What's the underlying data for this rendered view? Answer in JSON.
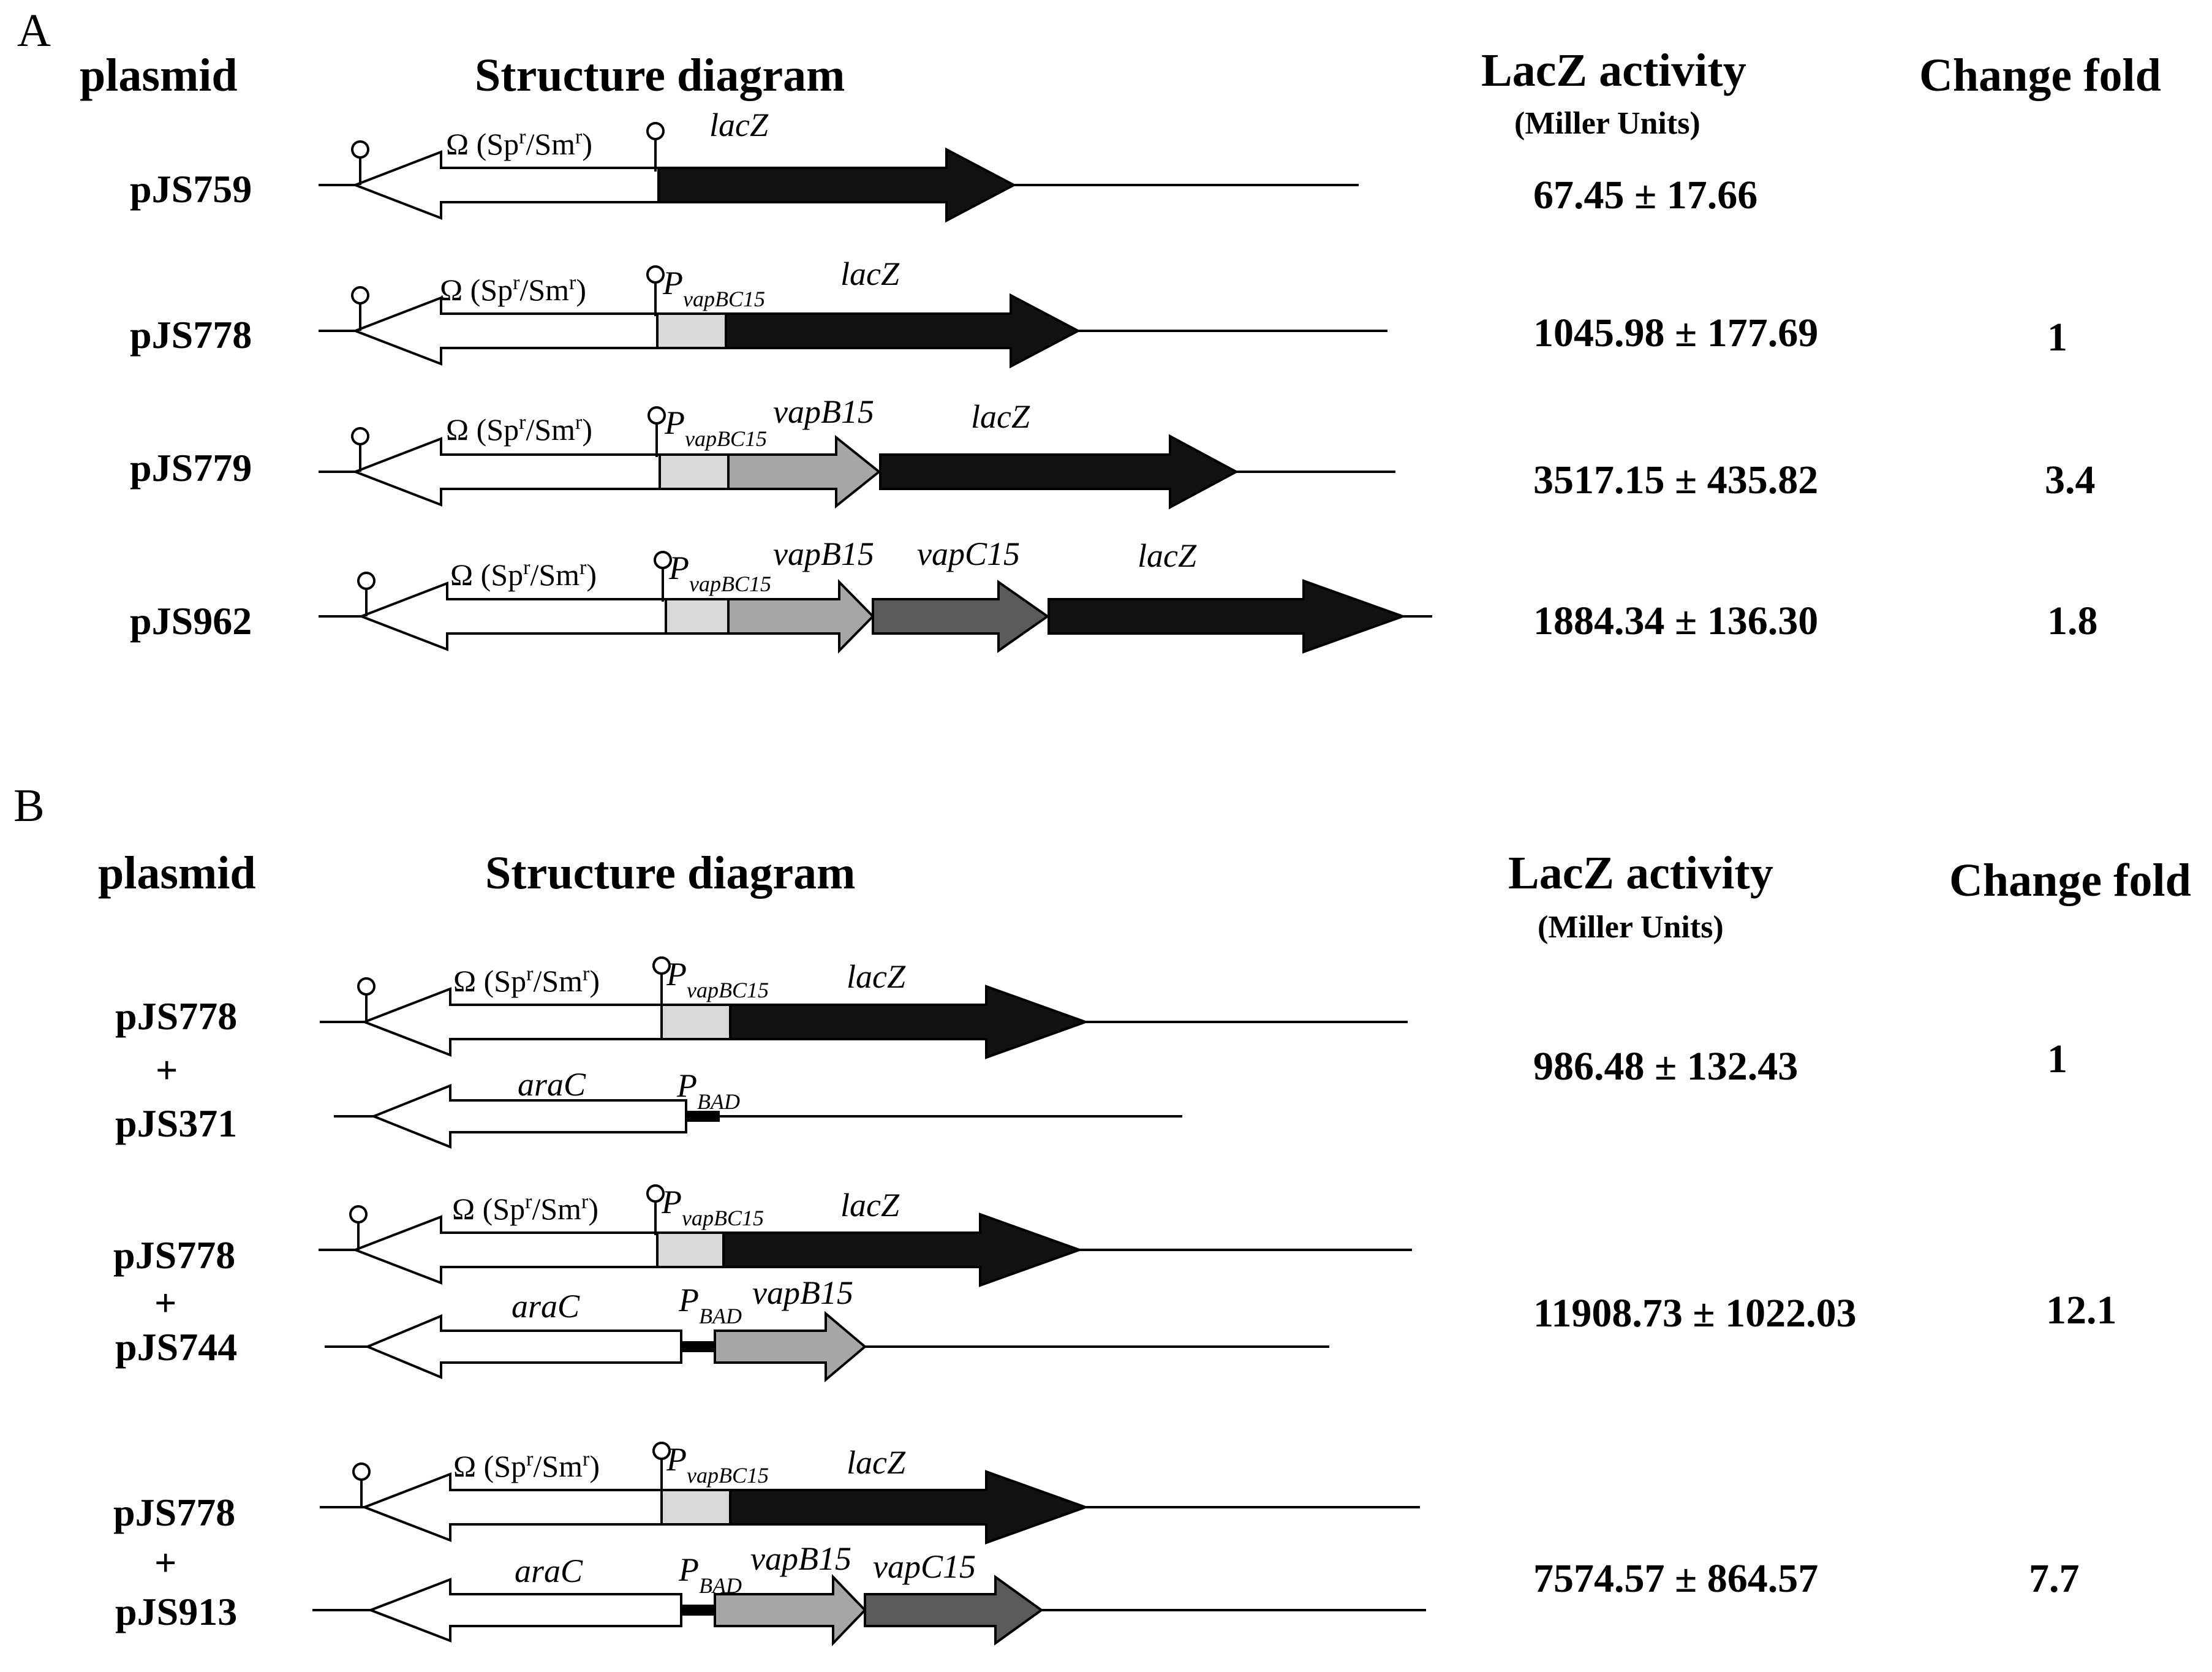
{
  "panel_a": {
    "letter": "A",
    "headers": {
      "plasmid": "plasmid",
      "structure": "Structure diagram",
      "activity": "LacZ activity",
      "activity_unit": "(Miller Units)",
      "fold": "Change fold"
    },
    "rows": [
      {
        "plasmid": "pJS759",
        "activity": "67.45 ± 17.66",
        "fold": ""
      },
      {
        "plasmid": "pJS778",
        "activity": "1045.98 ± 177.69",
        "fold": "1"
      },
      {
        "plasmid": "pJS779",
        "activity": "3517.15 ± 435.82",
        "fold": "3.4"
      },
      {
        "plasmid": "pJS962",
        "activity": "1884.34 ± 136.30",
        "fold": "1.8"
      }
    ]
  },
  "panel_b": {
    "letter": "B",
    "headers": {
      "plasmid": "plasmid",
      "structure": "Structure diagram",
      "activity": "LacZ activity",
      "activity_unit": "(Miller Units)",
      "fold": "Change fold"
    },
    "rows": [
      {
        "plasmid_top": "pJS778",
        "plus": "+",
        "plasmid_bottom": "pJS371",
        "activity": "986.48 ± 132.43",
        "fold": "1"
      },
      {
        "plasmid_top": "pJS778",
        "plus": "+",
        "plasmid_bottom": "pJS744",
        "activity": "11908.73 ± 1022.03",
        "fold": "12.1"
      },
      {
        "plasmid_top": "pJS778",
        "plus": "+",
        "plasmid_bottom": "pJS913",
        "activity": "7574.57 ± 864.57",
        "fold": "7.7"
      }
    ]
  },
  "labels": {
    "omega": "Ω (Sp",
    "omega_sup1": "r",
    "omega_mid": "/Sm",
    "omega_sup2": "r",
    "omega_end": ")",
    "lacZ": "lacZ",
    "p": "P",
    "p_vap_sub": "vapBC15",
    "p_bad_sub": "BAD",
    "vapB15": "vapB15",
    "vapC15": "vapC15",
    "araC": "araC"
  },
  "colors": {
    "lacZ": "#111111",
    "vapB15": "#a6a6a6",
    "vapC15": "#5a5a5a",
    "promoter": "#d9d9d9",
    "resistance": "#ffffff",
    "pbad": "#000000"
  }
}
